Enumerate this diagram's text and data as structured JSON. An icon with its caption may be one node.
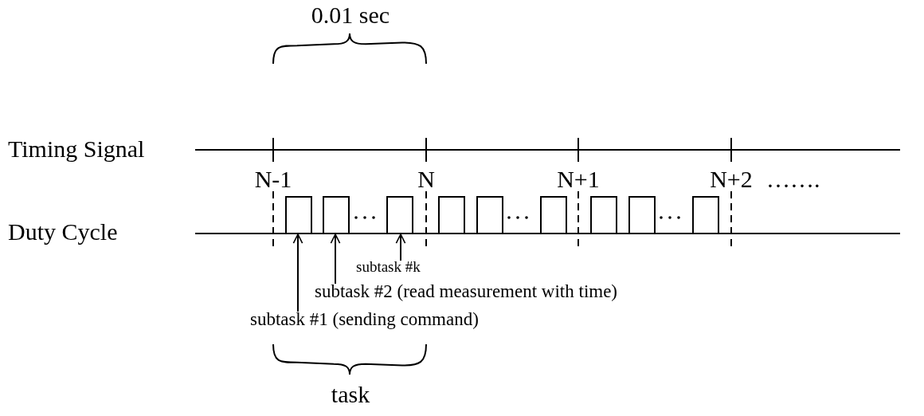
{
  "diagram": {
    "nodes": [
      {
        "text": [],
        "shape": "box"
      },
      {
        "text": [],
        "shape": "box"
      },
      {
        "text": [],
        "shape": "box"
      },
      {
        "text": [],
        "shape": "box"
      },
      {
        "text": [],
        "shape": "box"
      },
      {
        "text": [],
        "shape": "box"
      },
      {
        "text": [],
        "shape": "box"
      },
      {
        "text": [],
        "shape": "box"
      },
      {
        "text": [],
        "shape": "box"
      },
      {
        "text": [
          "subtask #k"
        ]
      },
      {
        "text": [
          "subtask #2 (read measurement with time)"
        ]
      },
      {
        "text": [
          "subtask #1 (sending command)"
        ]
      }
    ],
    "edges": [
      {
        "from": 9,
        "to": 2,
        "arrow": "to"
      },
      {
        "from": 10,
        "to": 1,
        "arrow": "to"
      },
      {
        "from": 11,
        "to": 0,
        "arrow": "to"
      }
    ],
    "labels": [
      "0.01 sec",
      "Timing Signal",
      "N-1",
      "N",
      "N+1",
      "N+2",
      "…….",
      "Duty Cycle",
      "task"
    ]
  }
}
